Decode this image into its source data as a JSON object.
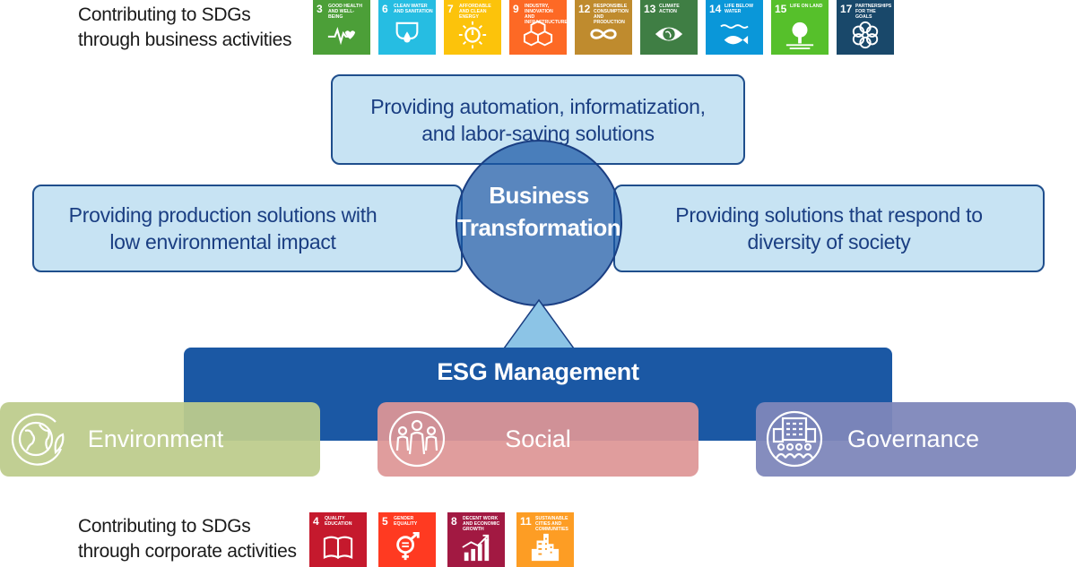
{
  "top_sdgs": {
    "label_line1": "Contributing to SDGs",
    "label_line2": "through business activities",
    "goals": [
      {
        "num": "3",
        "name": "GOOD HEALTH AND WELL-BEING",
        "color": "#4c9f38",
        "icon": "heartbeat-icon"
      },
      {
        "num": "6",
        "name": "CLEAN WATER AND SANITATION",
        "color": "#26bde2",
        "icon": "water-drop-icon"
      },
      {
        "num": "7",
        "name": "AFFORDABLE AND CLEAN ENERGY",
        "color": "#fcc30b",
        "icon": "sun-power-icon"
      },
      {
        "num": "9",
        "name": "INDUSTRY, INNOVATION AND INFRASTRUCTURE",
        "color": "#fd6925",
        "icon": "cubes-icon"
      },
      {
        "num": "12",
        "name": "RESPONSIBLE CONSUMPTION AND PRODUCTION",
        "color": "#bf8b2e",
        "icon": "infinity-icon"
      },
      {
        "num": "13",
        "name": "CLIMATE ACTION",
        "color": "#3f7e44",
        "icon": "eye-earth-icon"
      },
      {
        "num": "14",
        "name": "LIFE BELOW WATER",
        "color": "#0a97d9",
        "icon": "fish-icon"
      },
      {
        "num": "15",
        "name": "LIFE ON LAND",
        "color": "#56c02b",
        "icon": "tree-icon"
      },
      {
        "num": "17",
        "name": "PARTNERSHIPS FOR THE GOALS",
        "color": "#19486a",
        "icon": "partnership-icon"
      }
    ]
  },
  "solutions": {
    "top_line1": "Providing automation, informatization,",
    "top_line2": "and labor-saving solutions",
    "left_line1": "Providing production solutions with",
    "left_line2": "low environmental impact",
    "right_line1": "Providing solutions that respond to",
    "right_line2": "diversity of society"
  },
  "core": {
    "line1": "Business",
    "line2": "Transformation"
  },
  "esg": {
    "title": "ESG Management",
    "environment": "Environment",
    "social": "Social",
    "governance": "Governance"
  },
  "bottom_sdgs": {
    "label_line1": "Contributing to SDGs",
    "label_line2": "through corporate activities",
    "goals": [
      {
        "num": "4",
        "name": "QUALITY EDUCATION",
        "color": "#c5192d",
        "icon": "book-icon"
      },
      {
        "num": "5",
        "name": "GENDER EQUALITY",
        "color": "#ff3a21",
        "icon": "gender-icon"
      },
      {
        "num": "8",
        "name": "DECENT WORK AND ECONOMIC GROWTH",
        "color": "#a21942",
        "icon": "growth-chart-icon"
      },
      {
        "num": "11",
        "name": "SUSTAINABLE CITIES AND COMMUNITIES",
        "color": "#fd9d24",
        "icon": "city-icon"
      }
    ]
  },
  "colors": {
    "box_fill": "#c7e3f3",
    "box_border": "#1f4e8c",
    "text_navy": "#1a3e82",
    "esg_blue": "#1b58a4",
    "environment": "#bdcc8c",
    "social": "#de9696",
    "governance": "#7e87bb"
  }
}
